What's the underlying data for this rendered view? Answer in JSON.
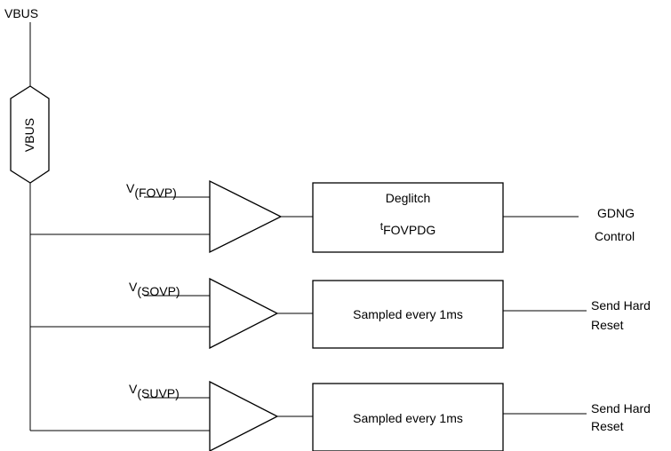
{
  "vbus_pin": {
    "label": "VBUS"
  },
  "vbus_sense": {
    "label": "VBUS"
  },
  "channels": [
    {
      "threshold_prefix": "V",
      "threshold_sub": "(FOVP)",
      "block_line1": "Deglitch",
      "block_line2_prefix": "t",
      "block_line2_sub": "FOVPDG",
      "output_line1": "GDNG",
      "output_line2": "Control"
    },
    {
      "threshold_prefix": "V",
      "threshold_sub": "(SOVP)",
      "block_line1": "Sampled every 1ms",
      "output_line1": "Send Hard",
      "output_line2": "Reset"
    },
    {
      "threshold_prefix": "V",
      "threshold_sub": "(SUVP)",
      "block_line1": "Sampled every 1ms",
      "output_line1": "Send Hard",
      "output_line2": "Reset"
    }
  ]
}
